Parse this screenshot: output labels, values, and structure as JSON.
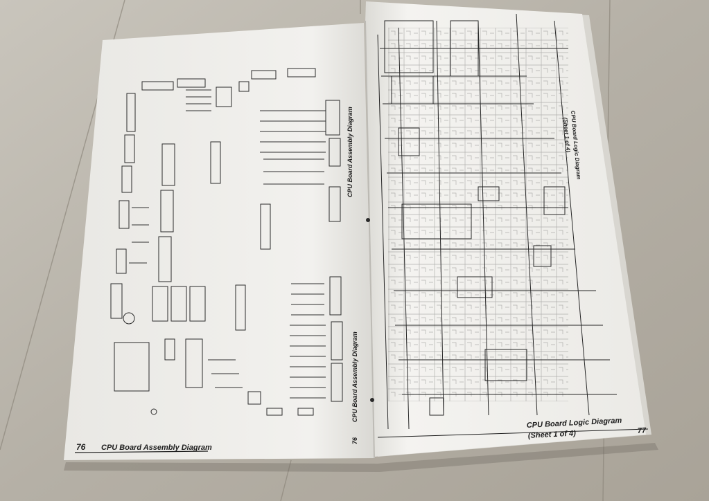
{
  "left_page": {
    "page_number": "76",
    "footer_title": "CPU Board Assembly Diagram",
    "side_title": "CPU Board Assembly Diagram",
    "side_title_lower": "CPU Board Assembly Diagram",
    "side_number": "76"
  },
  "right_page": {
    "page_number": "77",
    "footer_title_line1": "CPU Board Logic Diagram",
    "footer_title_line2": "(Sheet 1 of 4)",
    "side_title_line1": "CPU Board Logic Diagram",
    "side_title_line2": "(Sheet 1 of 4)"
  },
  "colors": {
    "floor": "#b7b2a8",
    "paper": "#f3f2ef",
    "ink": "#1c1c1c"
  }
}
